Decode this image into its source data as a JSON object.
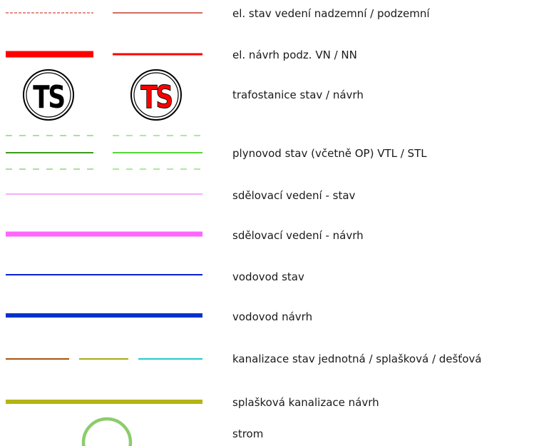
{
  "legend": {
    "items": [
      {
        "label": "el. stav vedení nadzemní / podzemní",
        "colors": [
          "#d24a3c",
          "#c43b2d"
        ]
      },
      {
        "label": "el. návrh podz. VN / NN",
        "colors": [
          "#ff0000",
          "#ff0000"
        ]
      },
      {
        "label": "trafostanice stav / návrh",
        "symbol_text": [
          "TS",
          "TS"
        ],
        "colors": [
          "#000000",
          "#ff0000"
        ]
      },
      {
        "label": "plynovod stav (včetně OP) VTL / STL",
        "colors": [
          "#3c9a1c",
          "#53d836"
        ]
      },
      {
        "label": "sdělovací vedení - stav",
        "colors": [
          "#ee7fee"
        ]
      },
      {
        "label": "sdělovací vedení - návrh",
        "colors": [
          "#ff66ff"
        ]
      },
      {
        "label": "vodovod stav",
        "colors": [
          "#0a1fd0"
        ]
      },
      {
        "label": "vodovod návrh",
        "colors": [
          "#0033cc"
        ]
      },
      {
        "label": "kanalizace stav jednotná / splašková / dešťová",
        "colors": [
          "#a8540f",
          "#aaaa14",
          "#22cccc"
        ]
      },
      {
        "label": "splašková kanalizace návrh",
        "colors": [
          "#b4b414"
        ]
      },
      {
        "label": "strom",
        "colors": [
          "#8ccc6c"
        ]
      }
    ]
  }
}
